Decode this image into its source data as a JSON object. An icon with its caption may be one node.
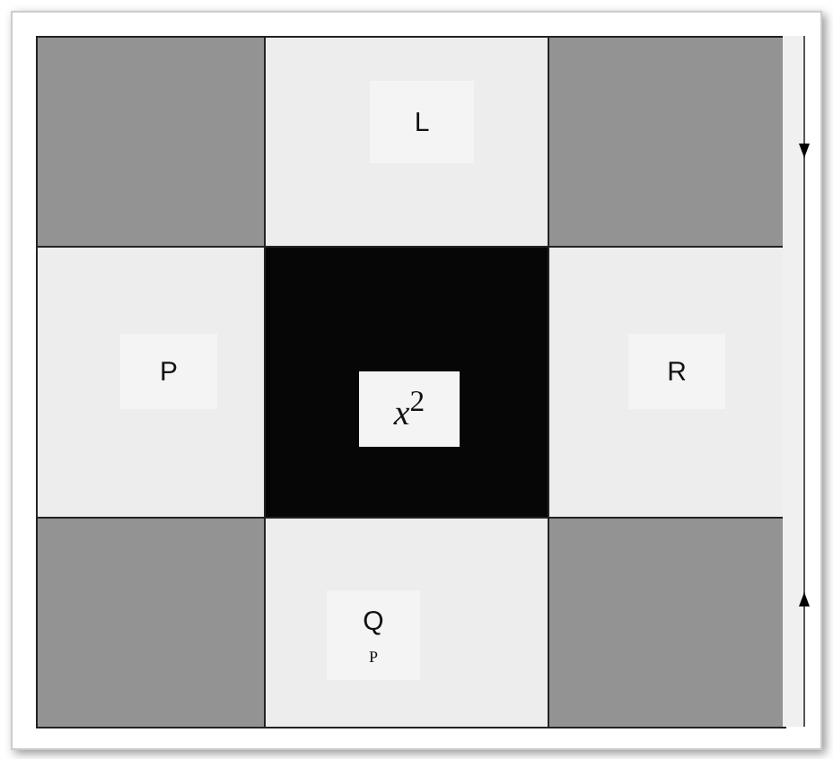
{
  "diagram": {
    "nodes": [
      {
        "text": [],
        "shape": "box"
      },
      {
        "text": [
          "L"
        ]
      },
      {
        "text": [],
        "shape": "box"
      },
      {
        "text": [
          "P"
        ]
      },
      {
        "text": [
          "*x*$^{2}$"
        ]
      },
      {
        "text": [
          "R"
        ]
      },
      {
        "text": [],
        "shape": "box"
      },
      {
        "text": [
          "Q",
          "P"
        ]
      },
      {
        "text": [],
        "shape": "box"
      }
    ],
    "edges": []
  }
}
